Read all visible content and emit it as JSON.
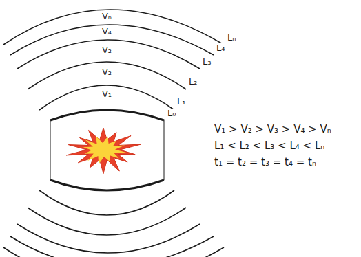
{
  "diagram": {
    "labels": [
      "Vₙ",
      "Lₙ",
      "V₄",
      "L₄",
      "L₃",
      "V₂",
      "L₂",
      "V₂",
      "L₁",
      "V₁",
      "L₀",
      "V₁ > V₂ > V₃ > V₄ > Vₙ",
      "L₁ < L₂ < L₃ < L₄ < Lₙ",
      "t₁ = t₂ = t₃ = t₄ = tₙ"
    ]
  }
}
